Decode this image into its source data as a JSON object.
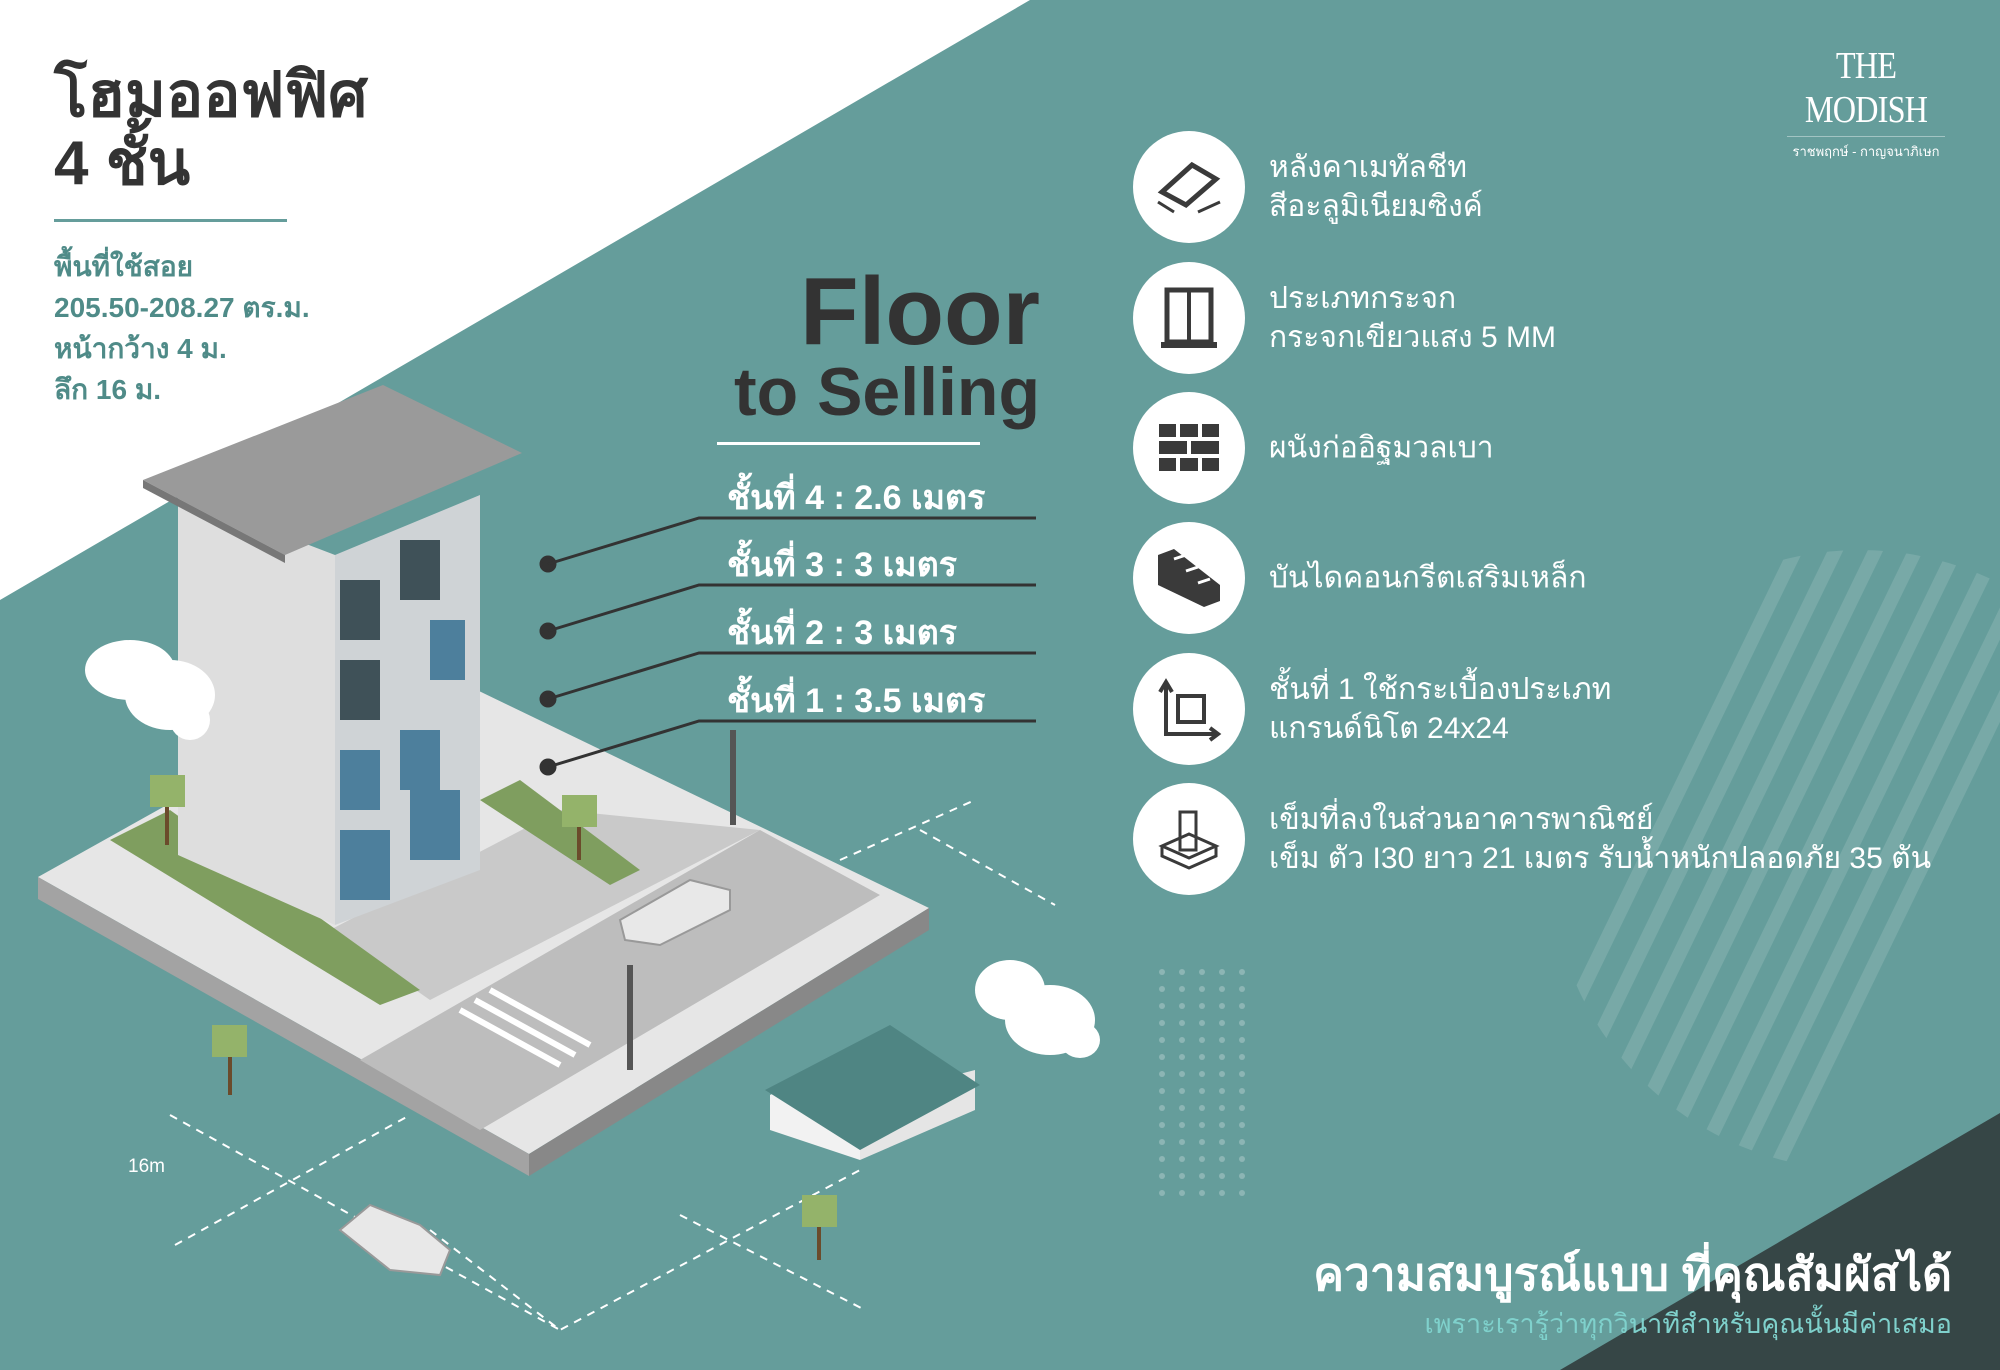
{
  "colors": {
    "teal": "#659d9b",
    "dark": "#364646",
    "text": "#333333",
    "accent": "#7fd1cc"
  },
  "header": {
    "title_line1": "โฮมออฟฟิศ",
    "title_line2": "4 ชั้น"
  },
  "info": [
    "พื้นที่ใช้สอย",
    "205.50-208.27 ตร.ม.",
    "หน้ากว้าง 4 ม.",
    "ลึก 16 ม."
  ],
  "floor_heading": {
    "line1": "Floor",
    "line2": "to Selling"
  },
  "floors": [
    "ชั้นที่ 4 : 2.6 เมตร",
    "ชั้นที่ 3 : 3 เมตร",
    "ชั้นที่ 2 : 3 เมตร",
    "ชั้นที่ 1 : 3.5 เมตร"
  ],
  "logo": {
    "name": "THE MODISH",
    "sub": "ราชพฤกษ์ - กาญจนาภิเษก"
  },
  "features": [
    {
      "icon": "roof-icon",
      "line1": "หลังคาเมทัลชีท",
      "line2": "สีอะลูมิเนียมซิงค์"
    },
    {
      "icon": "window-icon",
      "line1": "ประเภทกระจก",
      "line2": "กระจกเขียวแสง 5 MM"
    },
    {
      "icon": "brick-wall-icon",
      "line1": "ผนังก่ออิฐมวลเบา",
      "line2": ""
    },
    {
      "icon": "stairs-icon",
      "line1": "บันไดคอนกรีตเสริมเหล็ก",
      "line2": ""
    },
    {
      "icon": "tile-icon",
      "line1": "ชั้นที่ 1 ใช้กระเบื้องประเภท",
      "line2": "แกรนด์นิโต 24x24"
    },
    {
      "icon": "pile-icon",
      "line1": "เข็มที่ลงในส่วนอาคารพาณิชย์",
      "line2": "เข็ม ตัว I30 ยาว 21 เมตร รับน้ำหนักปลอดภัย 35 ตัน"
    }
  ],
  "dimension_label": "16m",
  "tagline": {
    "main": "ความสมบูรณ์แบบ ที่คุณสัมผัสได้",
    "sub": "เพราะเรารู้ว่าทุกวินาทีสำหรับคุณนั้นมีค่าเสมอ"
  }
}
